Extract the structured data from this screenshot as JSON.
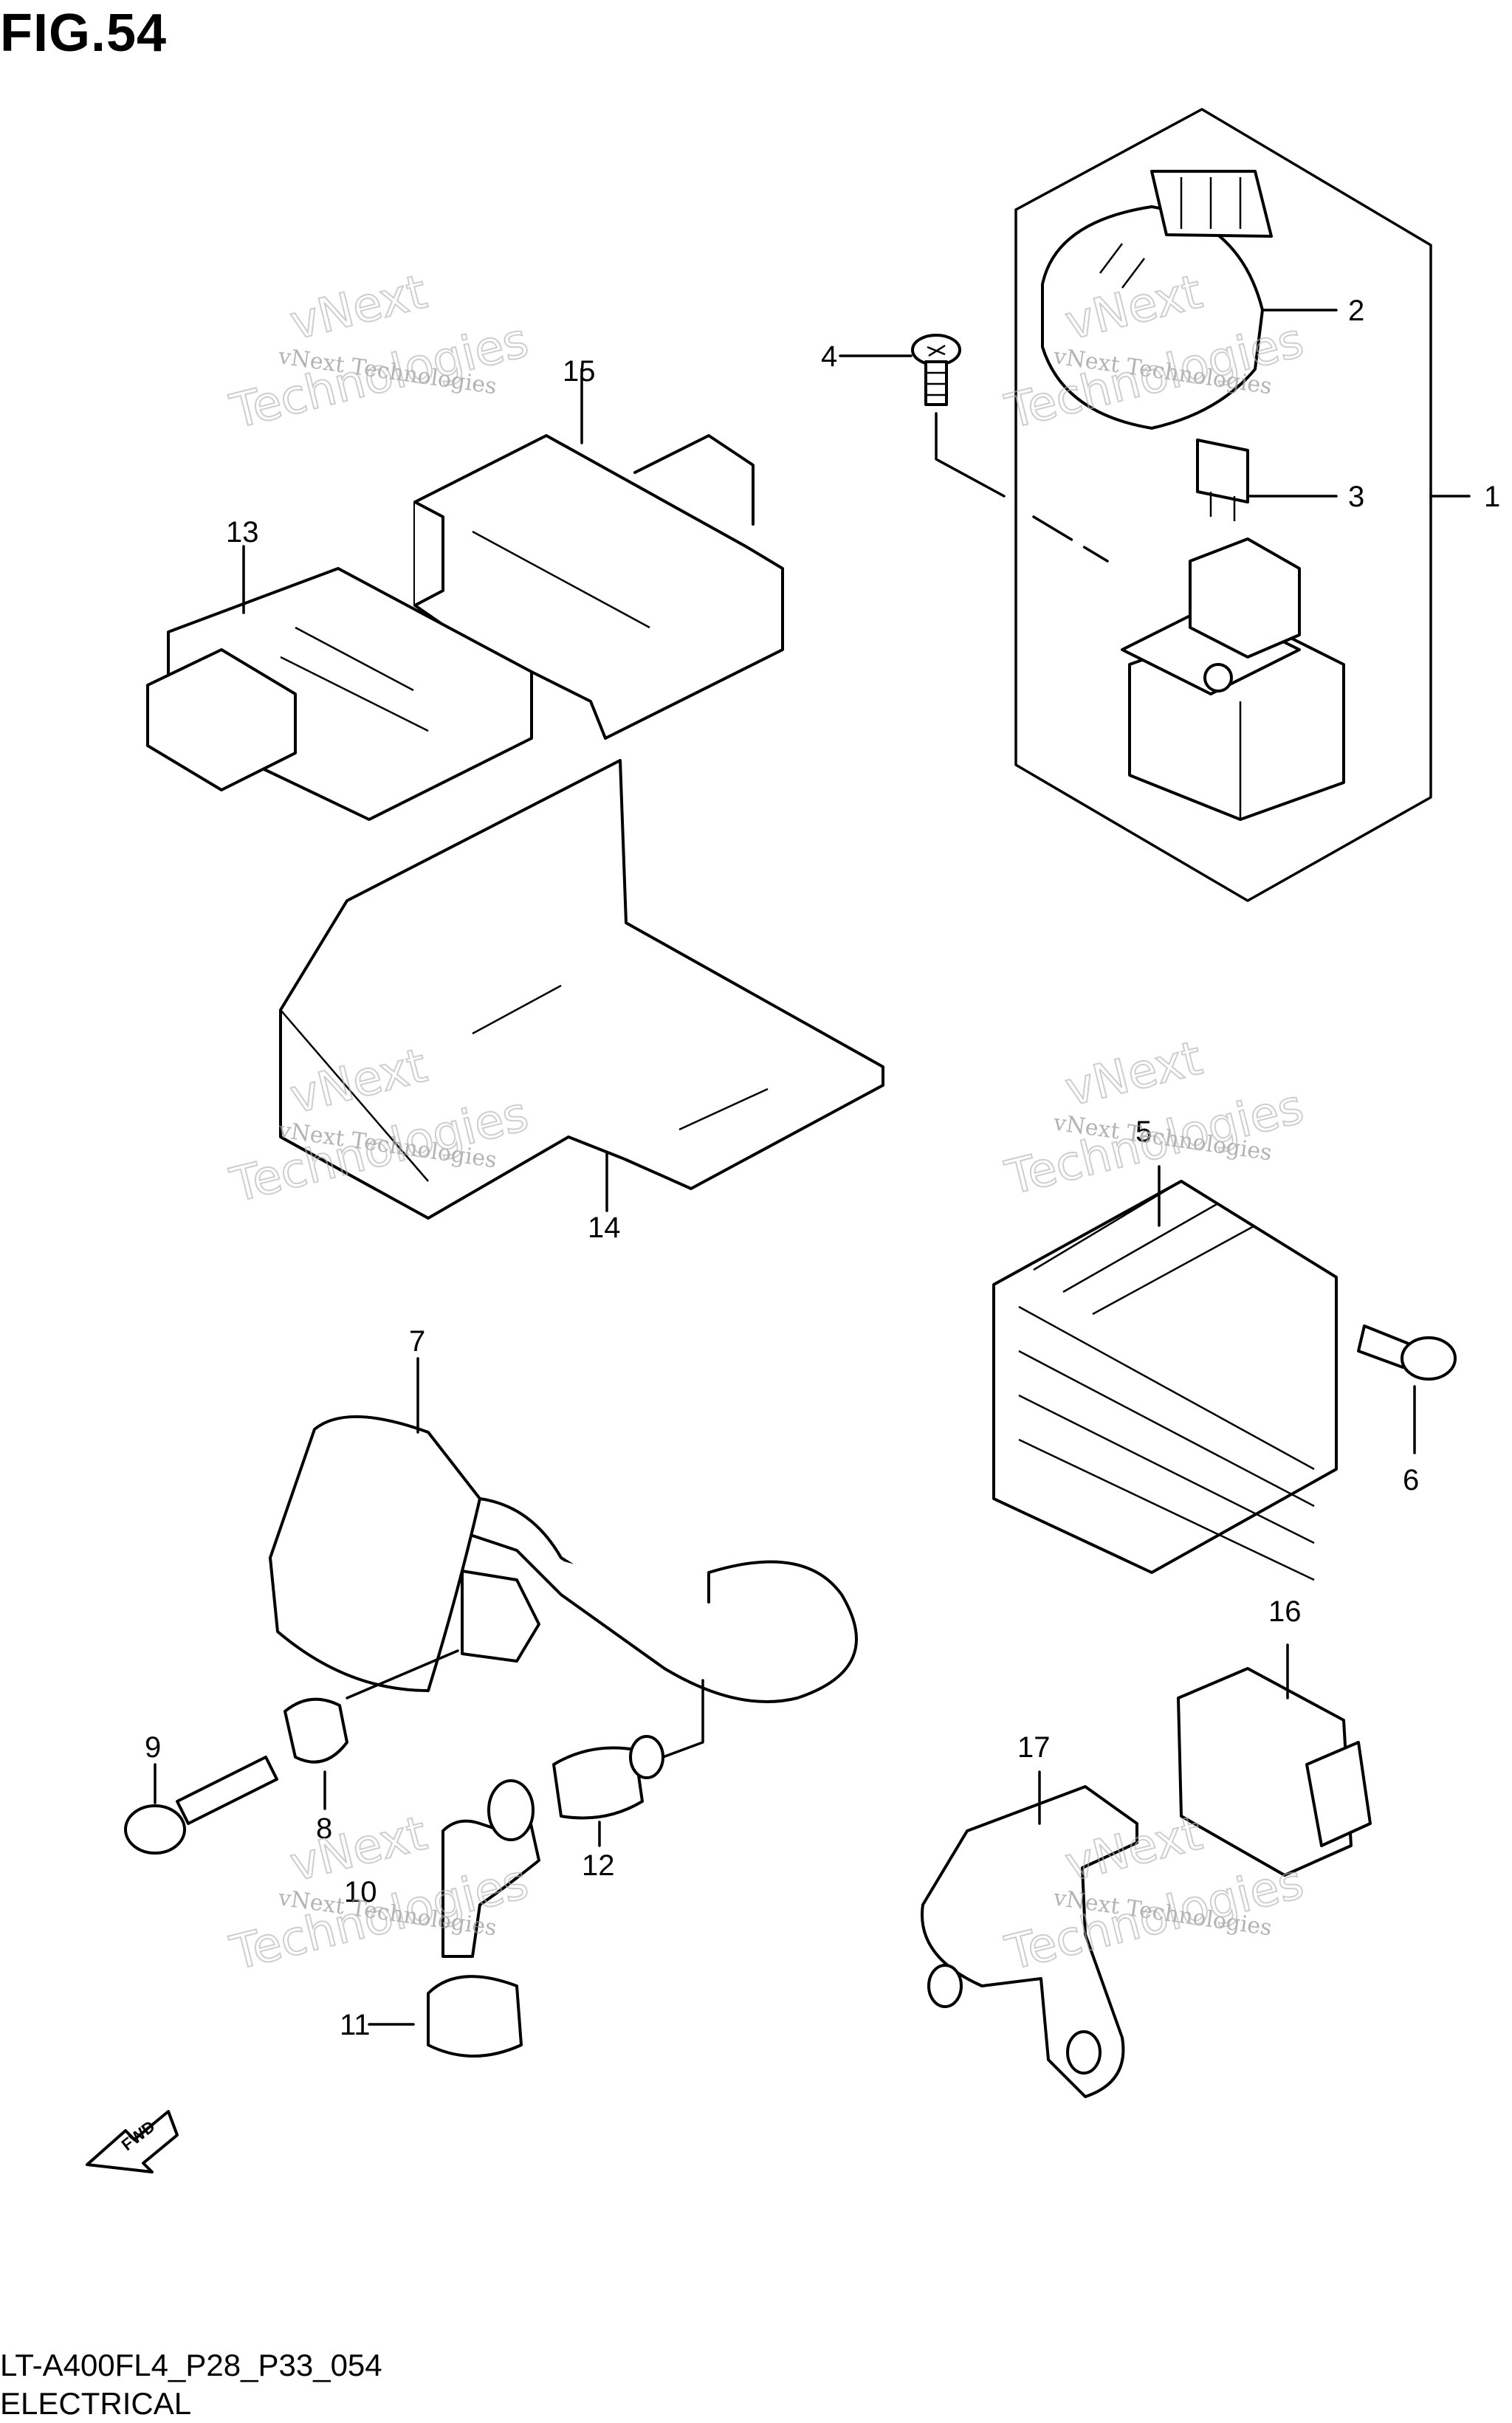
{
  "figure": {
    "title": "FIG.54",
    "code": "LT-A400FL4_P28_P33_054",
    "name": "ELECTRICAL"
  },
  "watermark": {
    "line1": "vNext Technologies",
    "line2a": "vNext",
    "line2b": "Technologies"
  },
  "callouts": {
    "p1": "1",
    "p2": "2",
    "p3": "3",
    "p4": "4",
    "p5": "5",
    "p6": "6",
    "p7": "7",
    "p8": "8",
    "p9": "9",
    "p10": "10",
    "p11": "11",
    "p12": "12",
    "p13": "13",
    "p14": "14",
    "p15": "15",
    "p16": "16",
    "p17": "17"
  },
  "fwd_label": "FWD"
}
